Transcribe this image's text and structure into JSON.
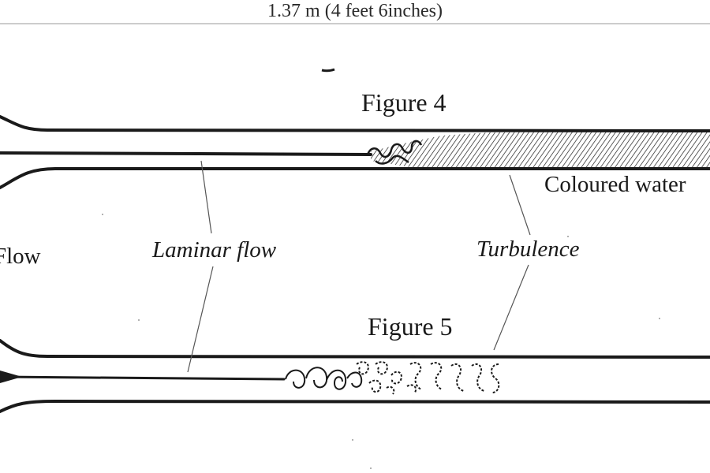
{
  "header": {
    "length_label": "1.37 m (4 feet 6inches)"
  },
  "figures": {
    "figure4_title": "Figure 4",
    "figure5_title": "Figure 5"
  },
  "labels": {
    "coloured_water": "Coloured water",
    "flow": "Flow",
    "laminar_flow": "Laminar flow",
    "turbulence": "Turbulence"
  },
  "colors": {
    "ink": "#1a1a1a",
    "background": "#ffffff"
  }
}
